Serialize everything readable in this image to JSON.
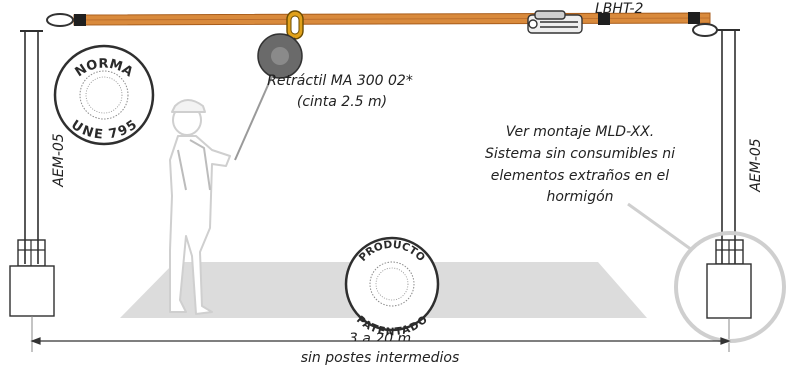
{
  "labels": {
    "lanyard": "LBHT-2",
    "retractable_line1": "Retráctil MA 300 02*",
    "retractable_line2": "(cinta 2.5 m)",
    "post_left": "AEM-05",
    "post_right": "AEM-05",
    "note_line1": "Ver montaje MLD-XX.",
    "note_line2": "Sistema sin consumibles ni",
    "note_line3": "elementos extraños en el",
    "note_line4": "hormigón",
    "span_partial": "3 a 20 m",
    "span_caption": "sin postes intermedios"
  },
  "stamps": {
    "norma_top": "NORMA",
    "norma_bottom": "UNE 795",
    "producto_top": "PRODUCTO",
    "producto_bottom": "PATENTADO"
  },
  "colors": {
    "strap": "#d98a3c",
    "strap_edge": "#a85d1c",
    "carabiner": "#e0a11a",
    "device": "#666666",
    "floor": "#d9d9d9",
    "figure": "#cfcfcf",
    "outline": "#2f2f2f"
  }
}
